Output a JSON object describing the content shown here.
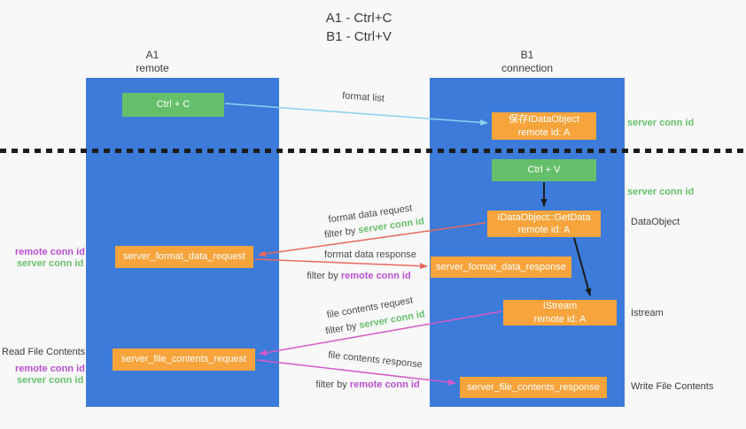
{
  "title": {
    "line1": "A1 - Ctrl+C",
    "line2": "B1 - Ctrl+V"
  },
  "columns": {
    "left": {
      "name": "A1",
      "sub": "remote"
    },
    "right": {
      "name": "B1",
      "sub": "connection"
    }
  },
  "nodes": {
    "ctrl_c": {
      "label": "Ctrl + C"
    },
    "save_dataobject": {
      "line1": "保存IDataObject",
      "line2": "remote id: A"
    },
    "ctrl_v": {
      "label": "Ctrl + V"
    },
    "getdata": {
      "line1": "IDataObject::GetData",
      "line2": "remote id: A"
    },
    "format_request": {
      "label": "server_format_data_request"
    },
    "format_response": {
      "label": "server_format_data_response"
    },
    "istream": {
      "line1": "IStream",
      "line2": "remote id: A"
    },
    "file_request": {
      "label": "server_file_contents_request"
    },
    "file_response": {
      "label": "server_file_contents_response"
    }
  },
  "left_margin": {
    "remote_conn_id_1": "remote conn id",
    "server_conn_id_1": "server conn id",
    "read_file_contents": "Read File Contents",
    "remote_conn_id_2": "remote conn id",
    "server_conn_id_2": "server conn id"
  },
  "right_margin": {
    "server_conn_id_1": "server conn id",
    "server_conn_id_2": "server conn id",
    "dataobject": "DataObject",
    "istream": "Istream",
    "write_file_contents": "Write File Contents"
  },
  "arrows": {
    "format_list": "format list",
    "format_data_request": "format data request",
    "filter_by_server_1": {
      "prefix": "filter by ",
      "highlight": "server conn id"
    },
    "format_data_response": "format data response",
    "filter_by_remote_1": {
      "prefix": "filter by ",
      "highlight": "remote conn id"
    },
    "file_contents_request": "file contents request",
    "filter_by_server_2": {
      "prefix": "filter by ",
      "highlight": "server conn id"
    },
    "file_contents_response": "file contents response",
    "filter_by_remote_2": {
      "prefix": "filter by ",
      "highlight": "remote conn id"
    }
  },
  "colors": {
    "lifeline_blue": "#3c7bd9",
    "node_orange": "#f7a43c",
    "node_green": "#65bf6a",
    "conn_green": "#67bf6b",
    "conn_magenta": "#bb4fd3",
    "arrow_red": "#e8695b",
    "arrow_pink": "#d55ac8",
    "arrow_blue": "#8ed1ee",
    "arrow_black": "#1c1c1c"
  }
}
